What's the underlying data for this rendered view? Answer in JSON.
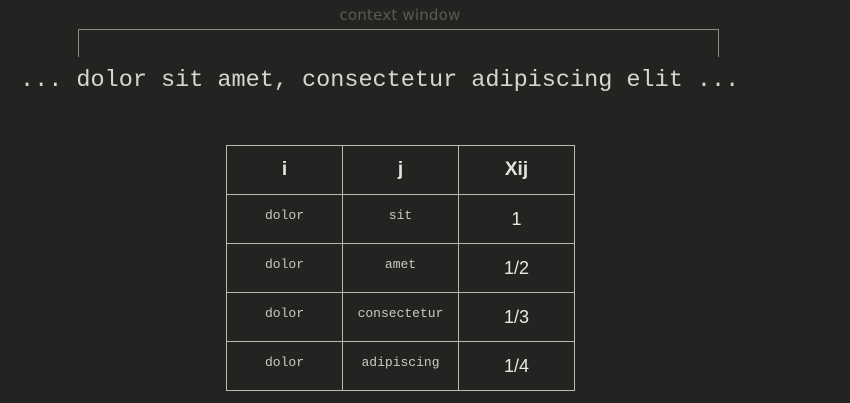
{
  "context_window": {
    "label": "context window"
  },
  "sentence": {
    "text": "... dolor sit amet, consectetur adipiscing elit ..."
  },
  "table": {
    "headers": [
      "i",
      "j",
      "Xij"
    ],
    "rows": [
      {
        "i": "dolor",
        "j": "sit",
        "x": "1"
      },
      {
        "i": "dolor",
        "j": "amet",
        "x": "1/2"
      },
      {
        "i": "dolor",
        "j": "consectetur",
        "x": "1/3"
      },
      {
        "i": "dolor",
        "j": "adipiscing",
        "x": "1/4"
      }
    ]
  }
}
